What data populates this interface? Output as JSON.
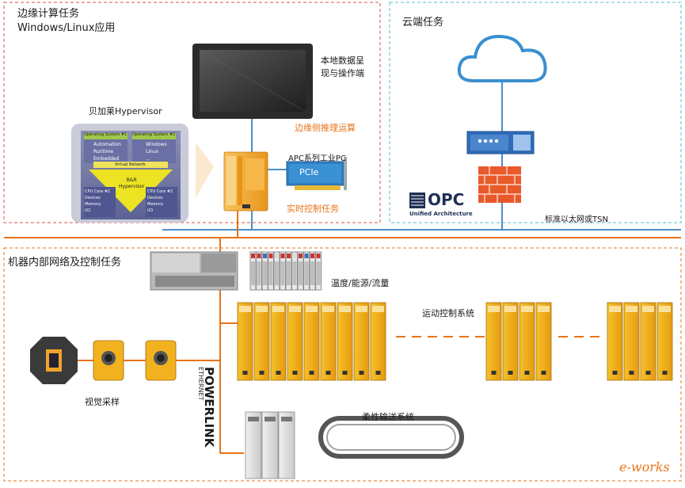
{
  "edge_section": {
    "title_line1": "边缘计算任务",
    "title_line2": "Windows/Linux应用"
  },
  "cloud_section": {
    "title": "云端任务"
  },
  "machine_section": {
    "title": "机器内部网络及控制任务"
  },
  "hmi": {
    "label_line1": "本地数据呈",
    "label_line2": "现与操作端"
  },
  "hypervisor": {
    "title": "贝加莱Hypervisor",
    "os1": "Operating System #1",
    "os2": "Operating System #2",
    "left_text": [
      "Automation",
      "Runtime",
      "Embedded"
    ],
    "right_text": [
      "Windows",
      "Linux",
      "..."
    ],
    "virtual_network": "Virtual Network",
    "center_label": [
      "B&R",
      "Hypervisor"
    ],
    "cpu1": [
      "CPU Core #1",
      "Devices",
      "Memory",
      "I/O"
    ],
    "cpu2": [
      "CPU Core #2",
      "Devices",
      "Memory",
      "I/O"
    ]
  },
  "inference_label": "边缘侧推理运算",
  "apc_label": "APC系列工业PC",
  "pcie_label": "PCIe",
  "realtime_label": "实时控制任务",
  "opc": {
    "logo": "OPC",
    "subtitle": "Unified Architecture"
  },
  "ethernet_label": "标准以太网或TSN",
  "sensors_label": "温度/能源/流量",
  "motion_label": "运动控制系统",
  "vision_label": "视觉采样",
  "conveyor_label": "柔性输送系统",
  "powerlink": {
    "top": "ETHERNET",
    "main": "POWERLINK"
  },
  "watermark": "e-works",
  "colors": {
    "accent_orange": "#e8731a",
    "bus_blue": "#4a90c8",
    "edge_border": "#d9534f",
    "cloud_border": "#5bb8d6",
    "machine_border": "#e8731a",
    "drive_yellow": "#f2b21f"
  }
}
